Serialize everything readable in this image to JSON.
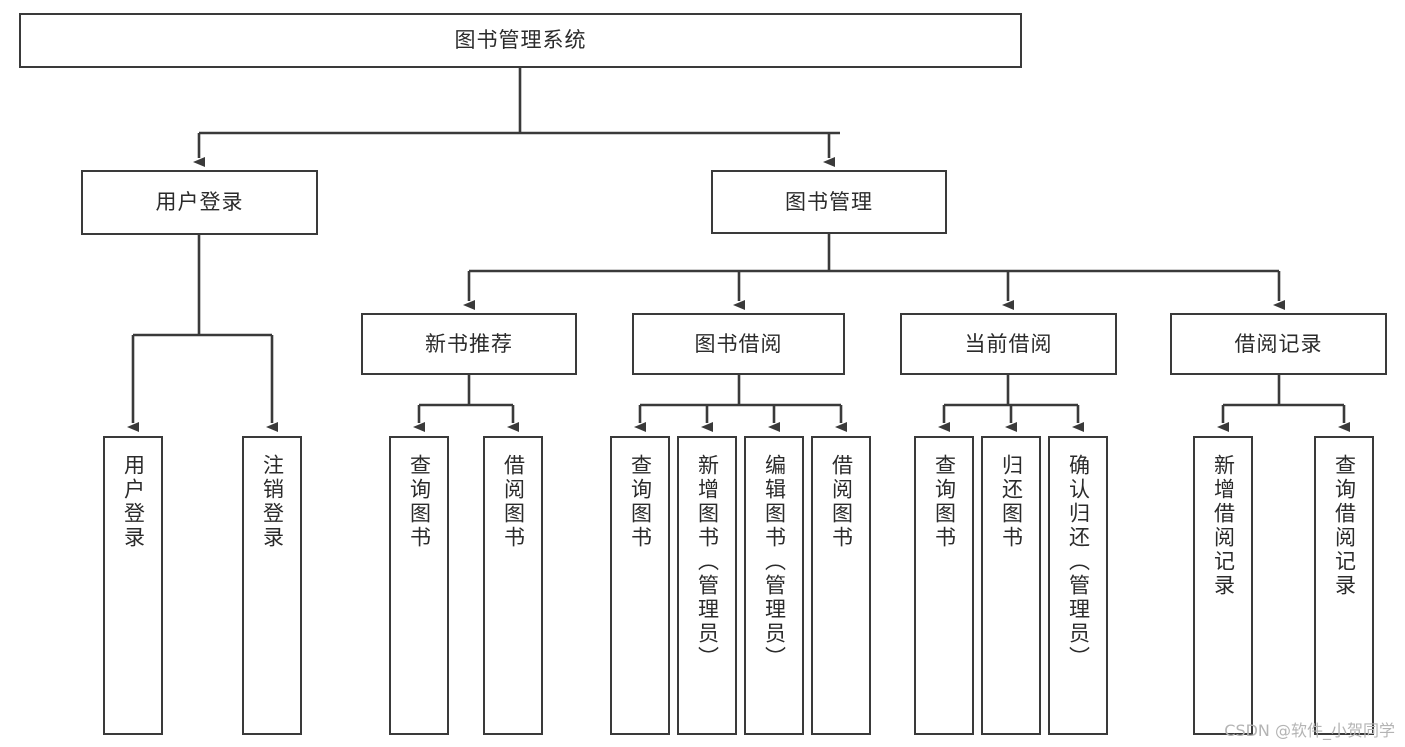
{
  "diagram": {
    "title": "图书管理系统",
    "type": "tree-hierarchy-diagram",
    "watermark": "CSDN @软件_小贺同学",
    "colors": {
      "box_border": "#3a3a3a",
      "box_fill": "#ffffff",
      "connector": "#3a3a3a",
      "text": "#2b2b2b",
      "watermark": "#b4b4b4"
    },
    "root": {
      "label": "图书管理系统"
    },
    "level2": [
      {
        "label": "用户登录"
      },
      {
        "label": "图书管理"
      }
    ],
    "level3": [
      {
        "label": "新书推荐"
      },
      {
        "label": "图书借阅"
      },
      {
        "label": "当前借阅"
      },
      {
        "label": "借阅记录"
      }
    ],
    "leaves": {
      "user_login": [
        {
          "label": "用户登录"
        },
        {
          "label": "注销登录"
        }
      ],
      "new_book_recommend": [
        {
          "label": "查询图书"
        },
        {
          "label": "借阅图书"
        }
      ],
      "book_borrow": [
        {
          "label": "查询图书"
        },
        {
          "label": "新增图书（管理员）"
        },
        {
          "label": "编辑图书（管理员）"
        },
        {
          "label": "借阅图书"
        }
      ],
      "current_borrow": [
        {
          "label": "查询图书"
        },
        {
          "label": "归还图书"
        },
        {
          "label": "确认归还（管理员）"
        }
      ],
      "borrow_record": [
        {
          "label": "新增借阅记录"
        },
        {
          "label": "查询借阅记录"
        }
      ]
    }
  }
}
